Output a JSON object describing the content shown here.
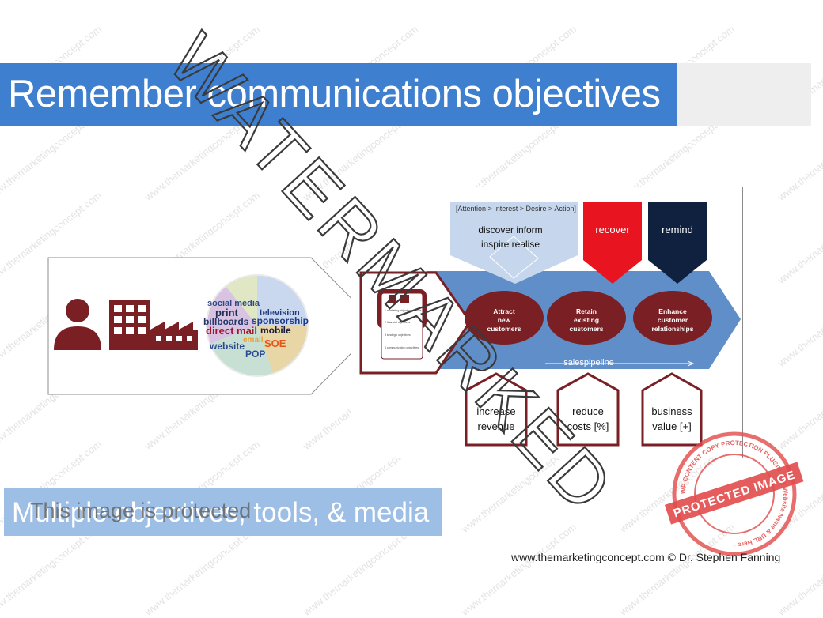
{
  "title": "Remember communications objectives",
  "left_panel": {
    "media_words": [
      "social media",
      "television",
      "print",
      "sponsorship",
      "billboards",
      "mobile",
      "direct mail",
      "email",
      "website",
      "SOE",
      "POP"
    ]
  },
  "diagram": {
    "aida_label": "[Attention > Interest > Desire > Action]",
    "discover_label_line1": "discover inform",
    "discover_label_line2": "inspire realise",
    "recover_label": "recover",
    "remind_label": "remind",
    "circles": [
      {
        "line1": "Attract",
        "line2": "new",
        "line3": "customers"
      },
      {
        "line1": "Retain",
        "line2": "existing",
        "line3": "customers"
      },
      {
        "line1": "Enhance",
        "line2": "customer",
        "line3": "relationships"
      }
    ],
    "pipeline_label": "salespipeline",
    "boxes": [
      {
        "line1": "increase",
        "line2": "revenue"
      },
      {
        "line1": "reduce",
        "line2": "costs [%]"
      },
      {
        "line1": "business",
        "line2": "value [+]"
      }
    ],
    "mini_card_lines": [
      "1 marketing objectives & KPIs",
      "2 financial objectives",
      "3 strategic objectives",
      "4 communication objectives"
    ]
  },
  "bottom_label": "Multiple objectives, tools, & media",
  "protected_label": "This image is protected",
  "watermark_text": "WATERMARKED",
  "watermark_tile": "www.themarketingconcept.com",
  "stamp": {
    "center": "PROTECTED IMAGE",
    "ring": "WP CONTENT COPY PROTECTION PLUGIN · My Website Name & URL Here ·"
  },
  "footer": "www.themarketingconcept.com © Dr. Stephen Fanning",
  "colors": {
    "title_blue": "#3f7fcf",
    "bottom_blue": "#9dbfe6",
    "maroon": "#7a1f24",
    "red": "#e8141f",
    "navy": "#10213f",
    "pipeline": "#5f8ec9",
    "stamp_red": "#e24a4a"
  }
}
